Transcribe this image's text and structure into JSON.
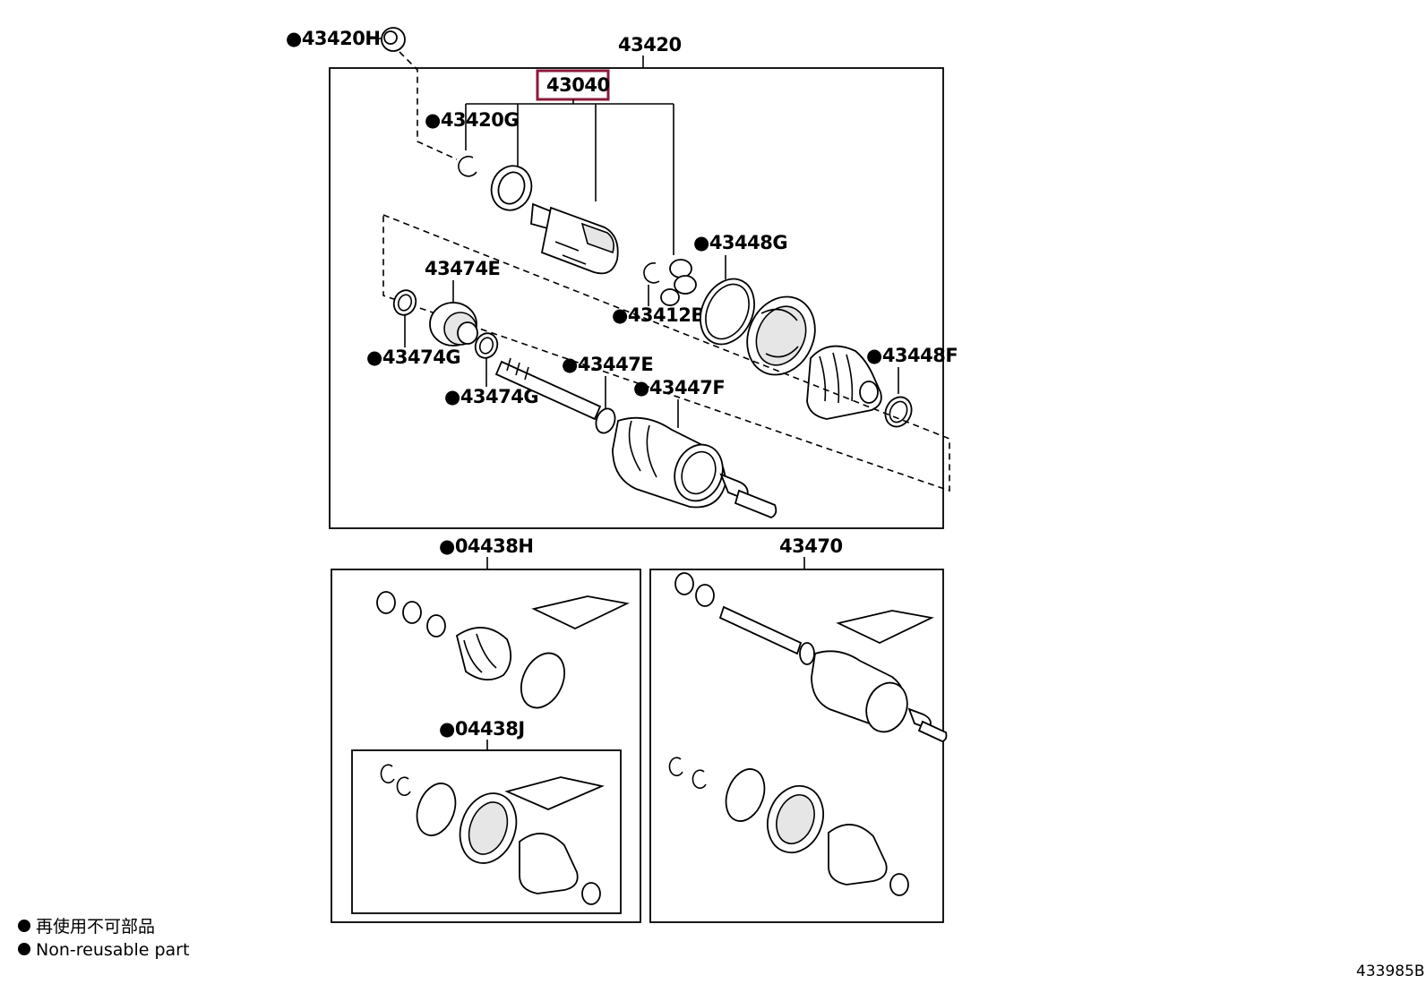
{
  "labels": {
    "main_assembly": "43420",
    "non_reusable_nut": "●43420H",
    "highlighted_part": "43040",
    "snap_ring_g": "●43420G",
    "tripod_joint_g": "●43448G",
    "boot_clamp_e": "43474E",
    "snap_ring_b": "●43412B",
    "boot_clamp_g1": "●43474G",
    "boot_clamp_g2": "●43474G",
    "boot_band_e": "●43447E",
    "boot_band_f": "●43447F",
    "clamp_f": "●43448F",
    "boot_kit_h": "●04438H",
    "boot_kit_j": "●04438J",
    "shaft_assembly": "43470"
  },
  "legend": {
    "line_jp": "再使用不可部品",
    "line_en": "Non-reusable part",
    "bullet": "●"
  },
  "diagram_code": "433985B",
  "colors": {
    "highlight": "#8b1a3a",
    "line": "#000000"
  }
}
